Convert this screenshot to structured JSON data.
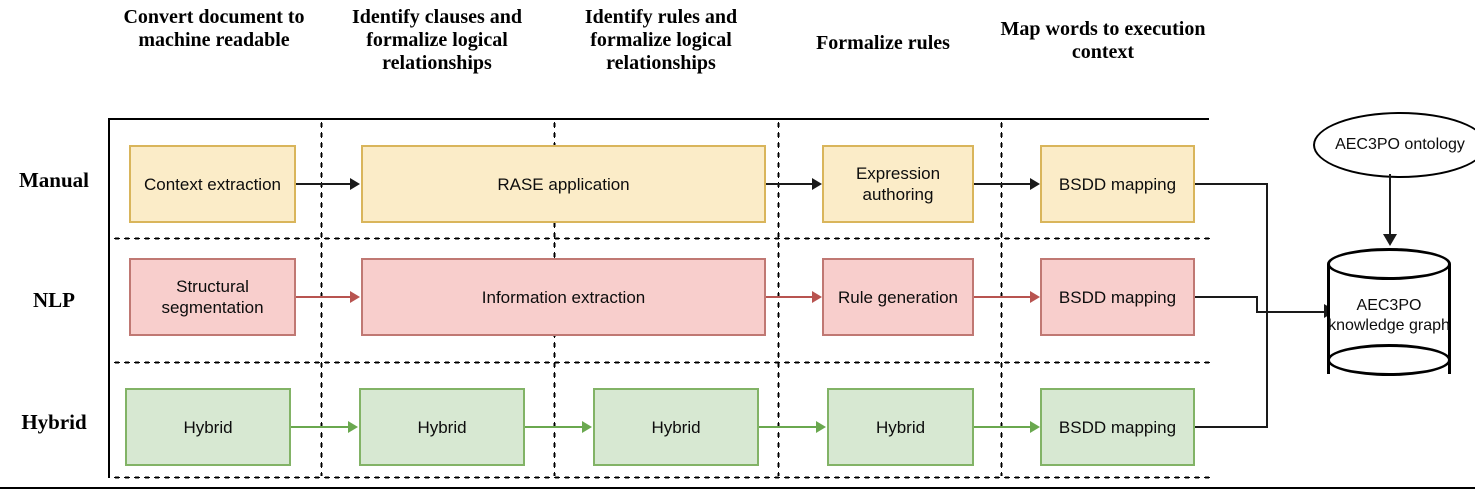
{
  "diagram": {
    "columns": [
      {
        "id": "col-convert",
        "label": "Convert document to machine readable"
      },
      {
        "id": "col-clauses",
        "label": "Identify clauses and formalize logical relationships"
      },
      {
        "id": "col-rules",
        "label": "Identify rules and formalize logical relationships"
      },
      {
        "id": "col-formalize",
        "label": "Formalize rules"
      },
      {
        "id": "col-map",
        "label": "Map words to execution context"
      }
    ],
    "rows": [
      {
        "id": "row-manual",
        "label": "Manual",
        "color_fill": "#fbecc8",
        "color_border": "#d9b55b",
        "color_arrow": "#1a1a1a",
        "boxes": [
          {
            "id": "box-context-extraction",
            "label": "Context extraction"
          },
          {
            "id": "box-rase-application",
            "label": "RASE application"
          },
          {
            "id": "box-expression-authoring",
            "label": "Expression authoring"
          },
          {
            "id": "box-bsdd-mapping-manual",
            "label": "BSDD mapping"
          }
        ]
      },
      {
        "id": "row-nlp",
        "label": "NLP",
        "color_fill": "#f8cecc",
        "color_border": "#b85450",
        "color_arrow": "#b85450",
        "boxes": [
          {
            "id": "box-structural-segmentation",
            "label": "Structural segmentation"
          },
          {
            "id": "box-information-extraction",
            "label": "Information extraction"
          },
          {
            "id": "box-rule-generation",
            "label": "Rule generation"
          },
          {
            "id": "box-bsdd-mapping-nlp",
            "label": "BSDD mapping"
          }
        ]
      },
      {
        "id": "row-hybrid",
        "label": "Hybrid",
        "color_fill": "#d7e8d2",
        "color_border": "#82b366",
        "color_arrow": "#6aa84f",
        "boxes": [
          {
            "id": "box-hybrid-1",
            "label": "Hybrid"
          },
          {
            "id": "box-hybrid-2",
            "label": "Hybrid"
          },
          {
            "id": "box-hybrid-3",
            "label": "Hybrid"
          },
          {
            "id": "box-hybrid-4",
            "label": "Hybrid"
          },
          {
            "id": "box-bsdd-mapping-hybrid",
            "label": "BSDD mapping"
          }
        ]
      }
    ],
    "outputs": {
      "ontology": "AEC3PO ontology",
      "knowledge_graph": "AEC3PO knowledge graph"
    }
  }
}
